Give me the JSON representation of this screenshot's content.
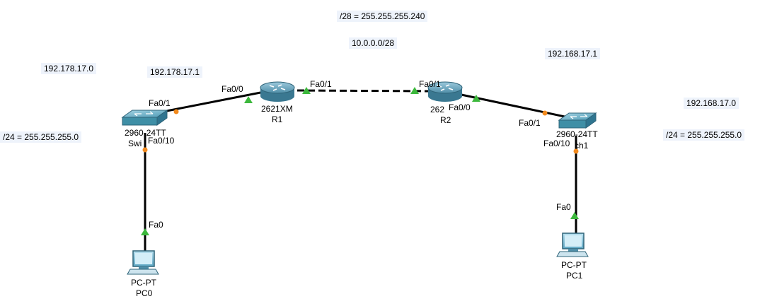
{
  "notes": {
    "top_mask": "/28 = 255.255.255.240",
    "wan_network": "10.0.0.0/28",
    "left_network": "192.178.17.0",
    "left_gateway": "192.178.17.1",
    "left_mask": "/24 = 255.255.255.0",
    "right_gateway": "192.168.17.1",
    "right_network": "192.168.17.0",
    "right_mask": "/24 = 255.255.255.0"
  },
  "devices": {
    "r1": {
      "model": "2621XM",
      "name": "R1"
    },
    "r2": {
      "model": "262",
      "name": "R2"
    },
    "sw0": {
      "model": "2960-24TT",
      "name": "Swi"
    },
    "sw1": {
      "model": "2960-24TT",
      "name": "ch1"
    },
    "pc0": {
      "model": "PC-PT",
      "name": "PC0"
    },
    "pc1": {
      "model": "PC-PT",
      "name": "PC1"
    }
  },
  "ports": {
    "sw0_uplink": "Fa0/1",
    "sw0_access": "Fa0/10",
    "r1_lan": "Fa0/0",
    "r1_wan": "Fa0/1",
    "r2_wan": "Fa0/1",
    "r2_lan": "Fa0/0",
    "sw1_uplink": "Fa0/1",
    "sw1_access": "Fa0/10",
    "pc0_port": "Fa0",
    "pc1_port": "Fa0"
  },
  "colors": {
    "link_up": "#3cb83c",
    "link_pending": "#f28a1e",
    "router_body": "#4f8ea8",
    "switch_body": "#3f8fa6",
    "note_bg": "#eef3fb"
  }
}
